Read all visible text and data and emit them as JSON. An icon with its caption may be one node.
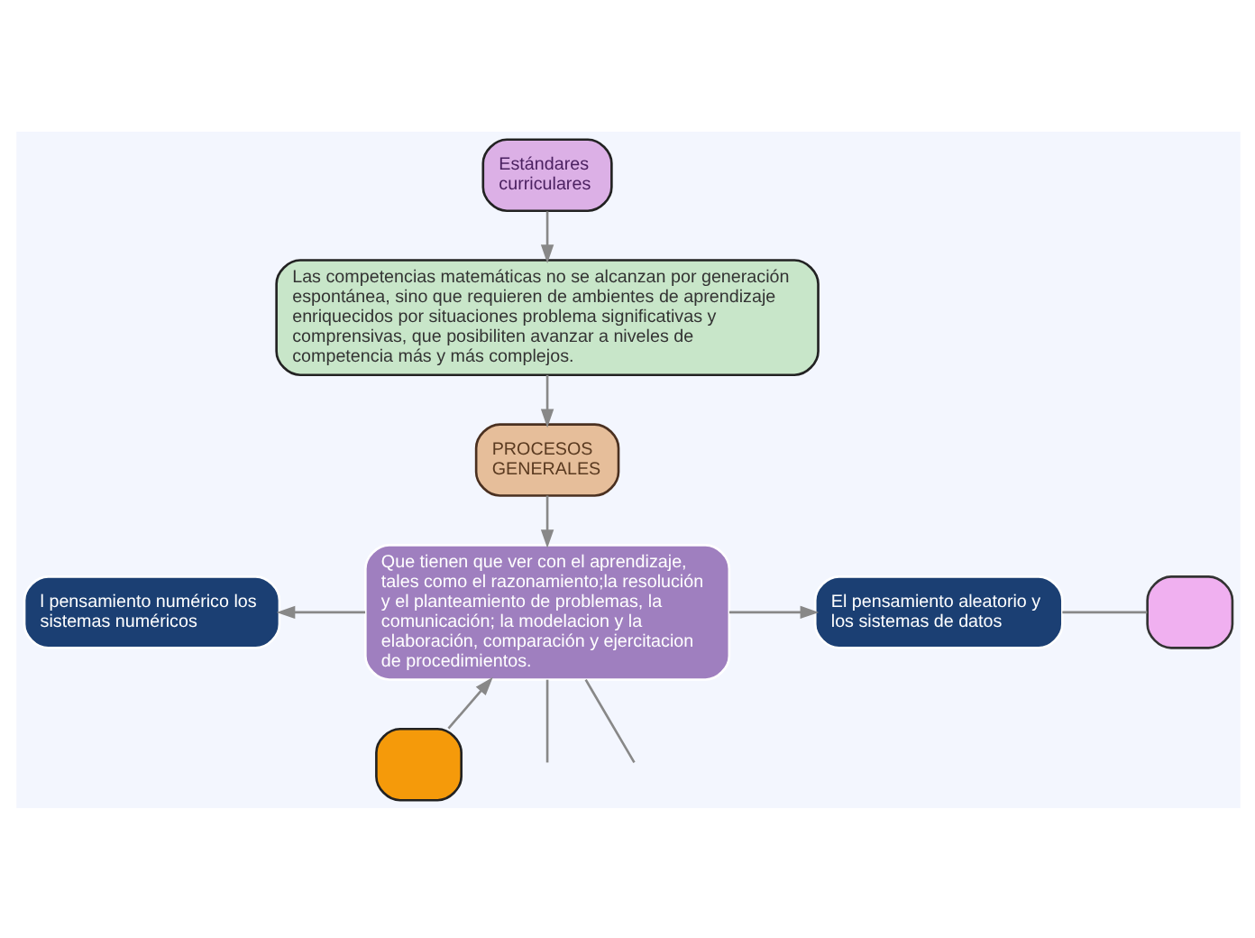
{
  "diagram": {
    "nodes": [
      {
        "text": [
          "Estándares curriculares"
        ]
      },
      {
        "text": [
          "Las competencias matemáticas no se alcanzan por generación espontánea, sino que requieren de ambientes de aprendizaje enriquecidos por situaciones problema significativas y comprensivas, que posibiliten avanzar a niveles de competencia más y más complejos."
        ]
      },
      {
        "text": [
          "PROCESOS GENERALES"
        ]
      },
      {
        "text": [
          "Que tienen que ver con el aprendizaje, tales como el razonamiento;la resolución y el planteamiento de problemas, la comunicación; la modelacion y la elaboración, comparación y ejercitacion de procedimientos."
        ]
      },
      {
        "text": [
          "l pensamiento numérico los sistemas numéricos"
        ]
      },
      {
        "text": [
          "El pensamiento aleatorio y los sistemas de datos"
        ]
      },
      {
        "text": [],
        "shape": "box"
      },
      {
        "text": [],
        "shape": "box"
      }
    ],
    "edges": [
      {
        "from": 0,
        "to": 1,
        "arrow": "to"
      },
      {
        "from": 1,
        "to": 2,
        "arrow": "to"
      },
      {
        "from": 2,
        "to": 3,
        "arrow": "to"
      },
      {
        "from": 3,
        "to": 4,
        "arrow": "to"
      },
      {
        "from": 3,
        "to": 5,
        "arrow": "to"
      },
      {
        "from": 5,
        "to": 6,
        "arrow": "none"
      },
      {
        "from": 7,
        "to": 3,
        "arrow": "to"
      },
      {
        "from": 3,
        "to": null,
        "arrow": "none"
      },
      {
        "from": 3,
        "to": null,
        "arrow": "none"
      }
    ]
  }
}
